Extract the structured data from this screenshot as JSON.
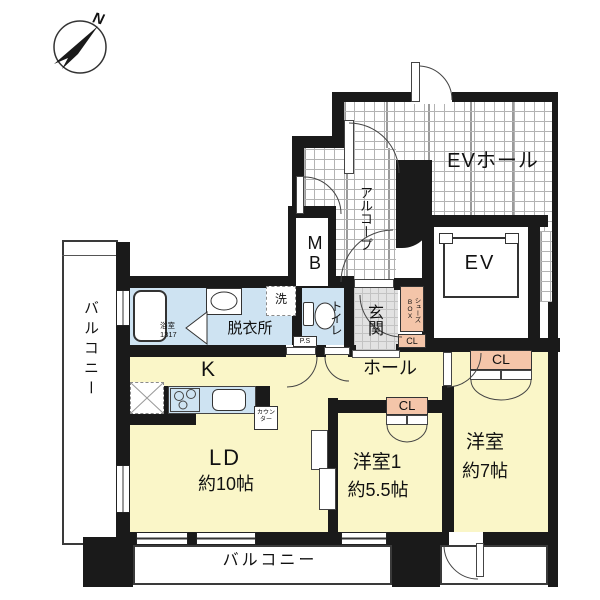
{
  "compass": {
    "label": "N"
  },
  "entrance_block": {
    "ev_hall": "EVホール",
    "ev": "EV",
    "alcove": "アルコープ",
    "meter_box": "MB",
    "genkan": "玄関",
    "shoes_box": "シューズBOX",
    "closet": "CL",
    "pipe_space": "P.S"
  },
  "water_block": {
    "bath_name": "浴室",
    "bath_size": "1317",
    "dressing": "脱衣所",
    "washer": "洗",
    "toilet": "トイレ"
  },
  "living_block": {
    "kitchen": "K",
    "counter": "カウンター",
    "hall": "ホール",
    "ld": "LD",
    "ld_size": "約10帖",
    "room1": "洋室1",
    "room1_size": "約5.5帖",
    "room2": "洋室",
    "room2_size": "約7帖",
    "closet1": "CL",
    "closet2": "CL"
  },
  "balconies": {
    "left": "バルコニー",
    "bottom": "バルコニー"
  },
  "colors": {
    "room_yellow": "#FAF6C8",
    "water_blue": "#CEE3F2",
    "closet_orange": "#F4C5A9",
    "wall_black": "#1A1A1A"
  }
}
